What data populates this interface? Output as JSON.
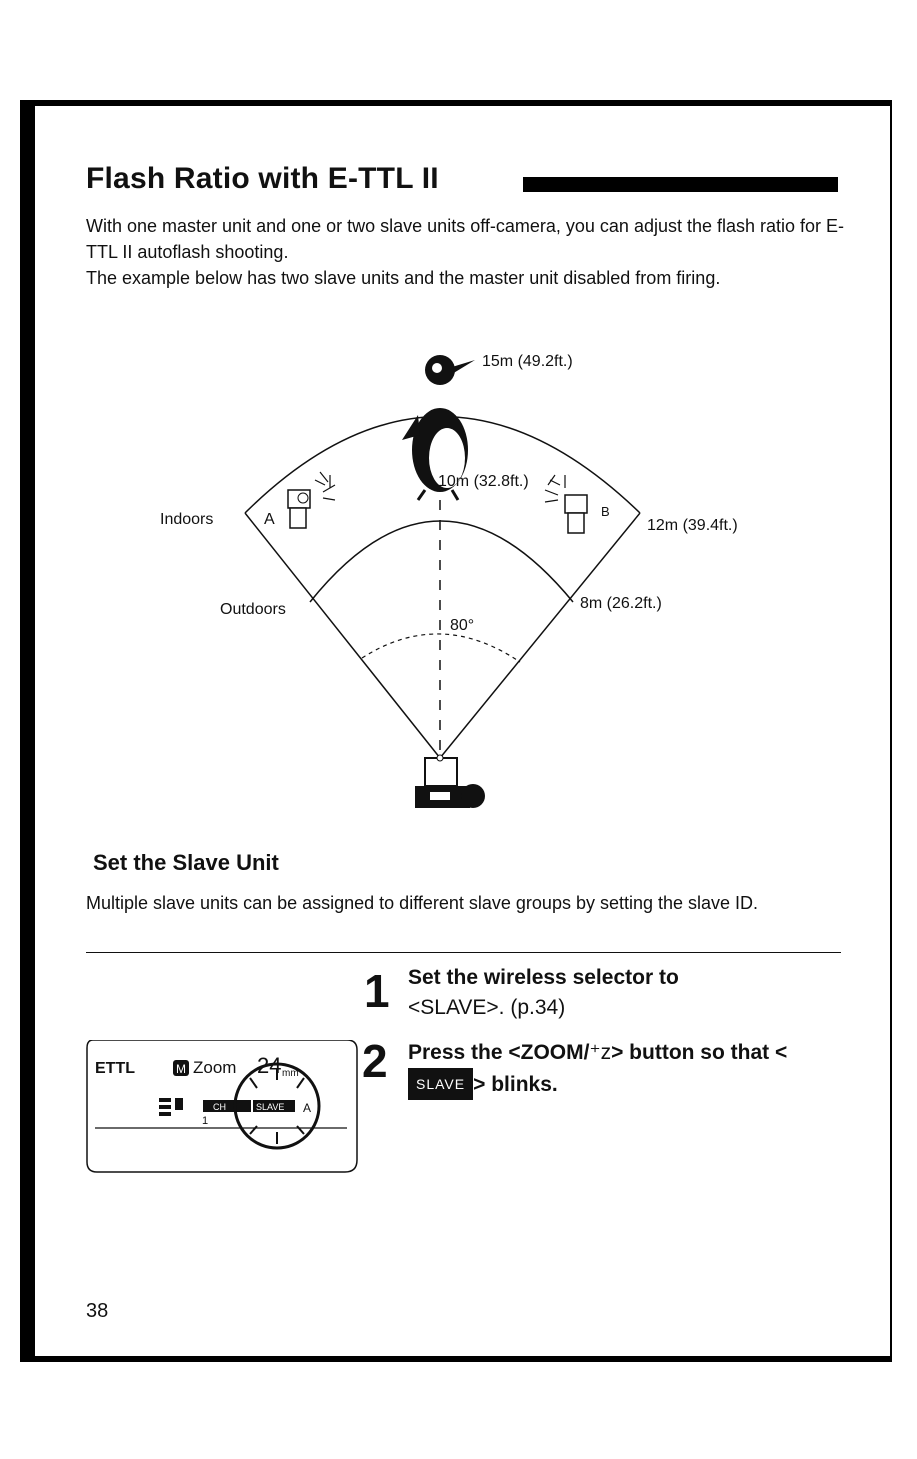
{
  "title": "Flash Ratio with E-TTL II",
  "intro": {
    "p1": "With one master unit and one or two slave units off-camera, you can adjust the flash ratio for E-TTL II autoflash shooting.",
    "p2": "The example below has two slave units and the master unit disabled from firing."
  },
  "diagram": {
    "label_15m": "15m (49.2ft.)",
    "label_10m": "10m (32.8ft.)",
    "label_12m": "12m (39.4ft.)",
    "label_8m": "8m (26.2ft.)",
    "label_indoors": "Indoors",
    "label_outdoors": "Outdoors",
    "label_angle": "80°",
    "label_a": "A",
    "label_b": "B"
  },
  "section": {
    "title": "Set the Slave Unit",
    "text": "Multiple slave units can be assigned to different slave groups by setting the slave ID."
  },
  "steps": [
    {
      "number": "1",
      "bold": "Set the wireless selector to",
      "rest": "<SLAVE>. (p.34)"
    },
    {
      "number": "2",
      "bold_a": "Press the <ZOOM/",
      "bold_b": "> button so that <",
      "badge": "SLAVE",
      "bold_c": "> blinks."
    }
  ],
  "lcd": {
    "ettl": "ETTL",
    "m": "M",
    "zoom": "Zoom",
    "zoom_value": "24",
    "unit": "mm",
    "ch": "CH",
    "slave": "SLAVE",
    "group": "A",
    "id": "1"
  },
  "page_number": "38"
}
